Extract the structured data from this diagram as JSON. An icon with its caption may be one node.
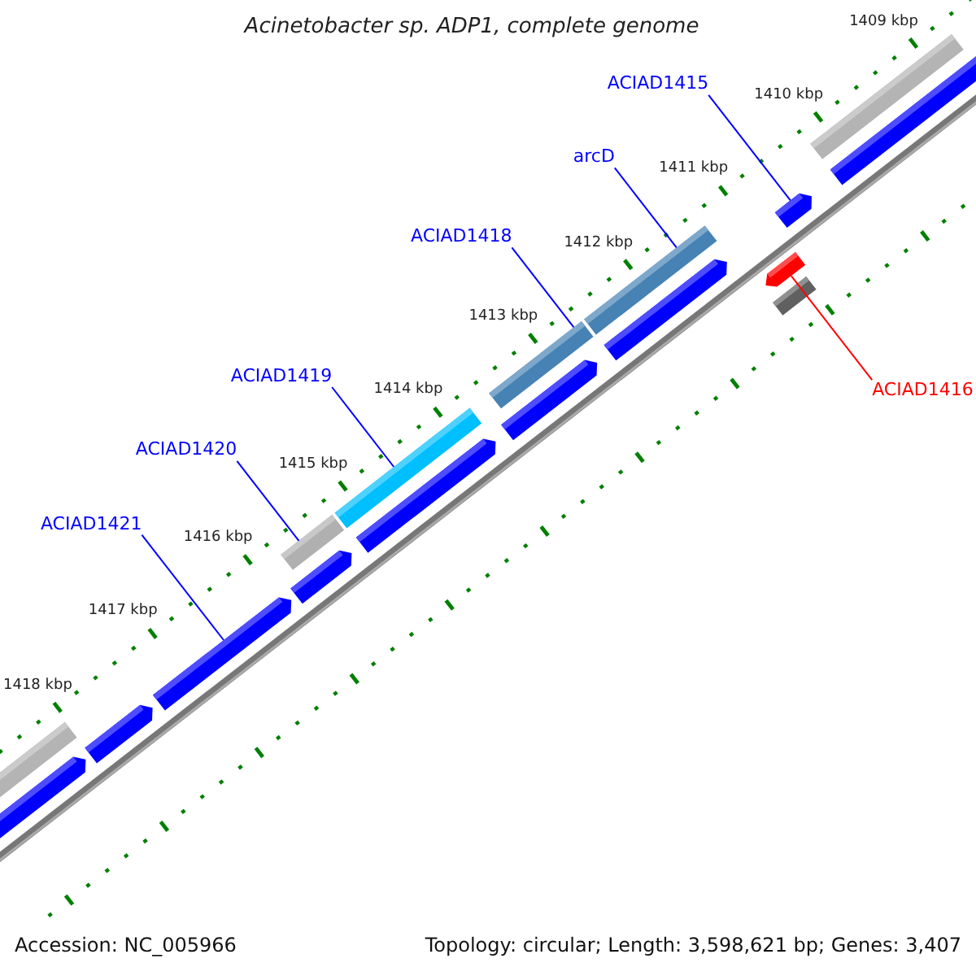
{
  "diagram": {
    "title": "Acinetobacter sp. ADP1, complete genome",
    "nodes": [
      {
        "text": [
          "ACIAD1415"
        ]
      },
      {
        "text": [
          "arcD"
        ]
      },
      {
        "text": [
          "ACIAD1418"
        ]
      },
      {
        "text": [
          "ACIAD1419"
        ]
      },
      {
        "text": [
          "ACIAD1420"
        ]
      },
      {
        "text": [
          "ACIAD1421"
        ]
      },
      {
        "text": [
          "ACIAD1416"
        ]
      },
      {
        "text": [],
        "shape": "bar"
      },
      {
        "text": [],
        "shape": "bar"
      },
      {
        "text": [],
        "shape": "bar"
      },
      {
        "text": [],
        "shape": "bar"
      },
      {
        "text": [],
        "shape": "bar"
      },
      {
        "text": [],
        "shape": "bar"
      },
      {
        "text": [],
        "shape": "bar"
      }
    ],
    "edges": [
      {
        "from": 0,
        "to": 7,
        "arrow": "none"
      },
      {
        "from": 1,
        "to": 8,
        "arrow": "none"
      },
      {
        "from": 2,
        "to": 9,
        "arrow": "none"
      },
      {
        "from": 3,
        "to": 10,
        "arrow": "none"
      },
      {
        "from": 4,
        "to": 11,
        "arrow": "none"
      },
      {
        "from": 5,
        "to": 12,
        "arrow": "none"
      },
      {
        "from": 6,
        "to": 13,
        "arrow": "none",
        "color": "#ff0000"
      }
    ],
    "labels": [
      "1409 kbp",
      "1410 kbp",
      "1411 kbp",
      "1412 kbp",
      "1413 kbp",
      "1414 kbp",
      "1415 kbp",
      "1416 kbp",
      "1417 kbp",
      "1418 kbp",
      "Accession: NC_005966",
      "Topology: circular; Length: 3,598,621 bp; Genes: 3,407"
    ]
  }
}
